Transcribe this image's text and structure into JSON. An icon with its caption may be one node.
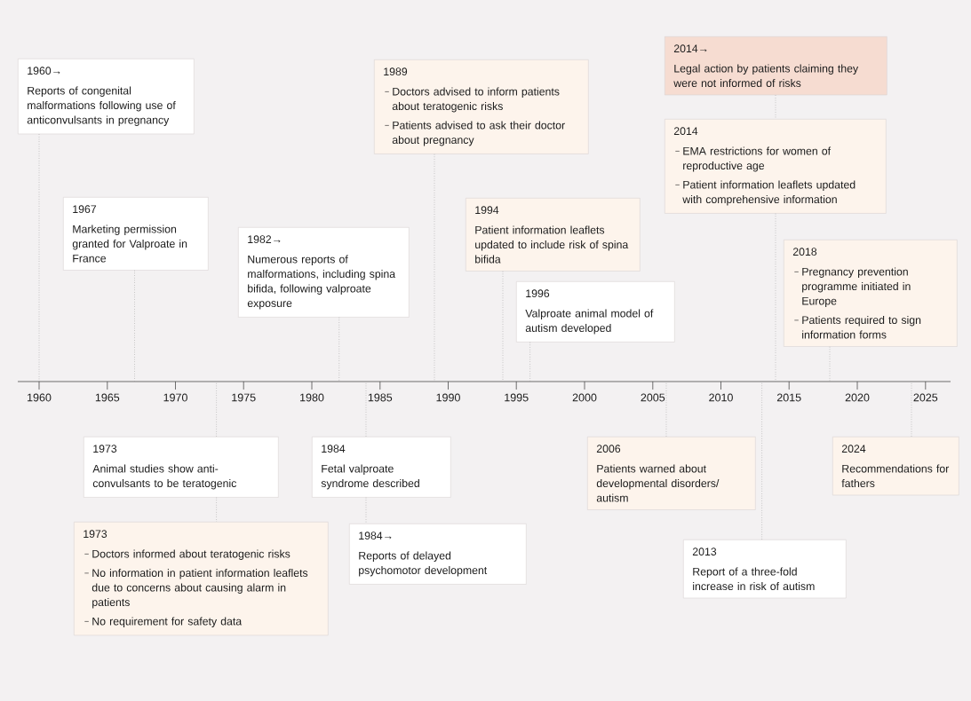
{
  "diagram": {
    "nodes": [
      {
        "text": [
          "1960→",
          "Reports of congenital malformations following use of anticonvulsants in pregnancy"
        ]
      },
      {
        "text": [
          "1967",
          "Marketing permission granted for Valproate in France"
        ]
      },
      {
        "text": [
          "1982→",
          "Numerous reports of malformations, including spina bifida, following valproate exposure"
        ]
      },
      {
        "text": [
          "1989",
          "Doctors advised to inform patients about teratogenic risks",
          "Patients advised to ask their doctor about pregnancy"
        ]
      },
      {
        "text": [
          "1994",
          "Patient information leaflets updated to include risk of spina bifida"
        ]
      },
      {
        "text": [
          "1996",
          "Valproate animal model of autism developed"
        ]
      },
      {
        "text": [
          "2014→",
          "Legal action by patients claiming they were not informed of risks"
        ]
      },
      {
        "text": [
          "2014",
          "EMA restrictions for women of reproductive age",
          "Patient information leaflets updated with comprehensive information"
        ]
      },
      {
        "text": [
          "2018",
          "Pregnancy prevention programme initiated in Europe",
          "Patients required to sign information forms"
        ]
      },
      {
        "text": [
          "1973",
          "Animal studies show anti-convulsants to be teratogenic"
        ]
      },
      {
        "text": [
          "1973",
          "Doctors informed about teratogenic risks",
          "No information in patient information leaflets due to concerns about causing alarm in patients",
          "No requirement for safety data"
        ]
      },
      {
        "text": [
          "1984",
          "Fetal valproate syndrome described"
        ]
      },
      {
        "text": [
          "1984→",
          "Reports of delayed psychomotor development"
        ]
      },
      {
        "text": [
          "2006",
          "Patients warned about developmental disorders/ autism"
        ]
      },
      {
        "text": [
          "2013",
          "Report of a three-fold increase in risk of autism"
        ]
      },
      {
        "text": [
          "2024",
          "Recommendations for fathers"
        ]
      }
    ],
    "edges": [
      {
        "from": 0,
        "to": null,
        "arrow": "none"
      },
      {
        "from": 1,
        "to": null,
        "arrow": "none"
      },
      {
        "from": 2,
        "to": null,
        "arrow": "none"
      },
      {
        "from": 3,
        "to": null,
        "arrow": "none"
      },
      {
        "from": 4,
        "to": null,
        "arrow": "none"
      },
      {
        "from": 5,
        "to": null,
        "arrow": "none"
      },
      {
        "from": 6,
        "to": 7,
        "arrow": "none"
      },
      {
        "from": 7,
        "to": null,
        "arrow": "none"
      },
      {
        "from": 8,
        "to": null,
        "arrow": "none"
      },
      {
        "from": 9,
        "to": null,
        "arrow": "none"
      },
      {
        "from": 9,
        "to": 10,
        "arrow": "none"
      },
      {
        "from": 11,
        "to": null,
        "arrow": "none"
      },
      {
        "from": 11,
        "to": 12,
        "arrow": "none"
      },
      {
        "from": 13,
        "to": null,
        "arrow": "none"
      },
      {
        "from": 14,
        "to": null,
        "arrow": "none"
      },
      {
        "from": 15,
        "to": null,
        "arrow": "none"
      }
    ],
    "labels": [
      "1960",
      "1965",
      "1970",
      "1975",
      "1980",
      "1985",
      "1990",
      "1995",
      "2000",
      "2005",
      "2010",
      "2015",
      "2020",
      "2025"
    ]
  }
}
